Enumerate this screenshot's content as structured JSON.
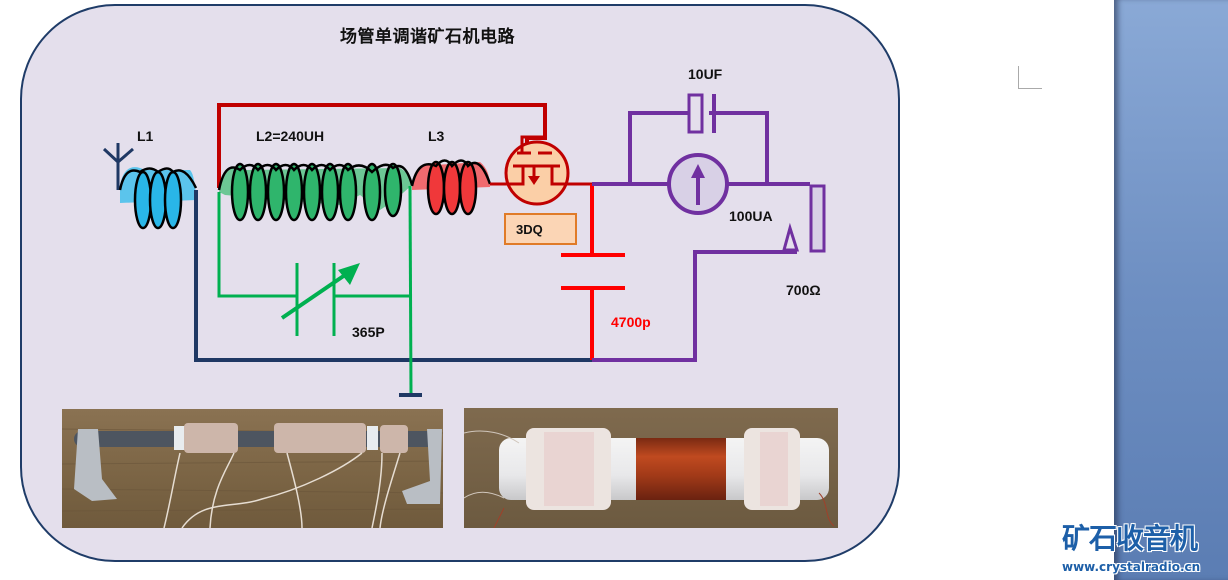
{
  "diagram": {
    "title": "场管单调谐矿石机电路",
    "components": {
      "l1": {
        "label": "L1",
        "type": "antenna-coil"
      },
      "l2": {
        "label": "L2=240UH",
        "type": "tuning-coil"
      },
      "l3": {
        "label": "L3",
        "type": "feedback-coil"
      },
      "transistor": {
        "label": "3DQ",
        "type": "fet"
      },
      "capacitor_10uf": {
        "label": "10UF",
        "type": "electrolytic-capacitor"
      },
      "meter": {
        "label": "100UA",
        "type": "microammeter"
      },
      "earphone": {
        "label": "700Ω",
        "type": "earphone"
      },
      "variable_capacitor": {
        "label": "365P",
        "type": "variable-capacitor"
      },
      "capacitor_4700p": {
        "label": "4700p",
        "type": "capacitor"
      }
    },
    "colors": {
      "panel_bg": "#e4dfec",
      "panel_border": "#1f3c68",
      "l1_coil": "#29b6e8",
      "l2_coil": "#2fb56c",
      "l3_coil": "#f0383a",
      "red_wire": "#c00000",
      "bright_red": "#ff0000",
      "green_wire": "#00b050",
      "navy_wire": "#1f3864",
      "purple_wire": "#7030a0",
      "transistor_fill": "#fbcfa7",
      "label_box_border": "#e07b28",
      "label_red": "#ff0000"
    }
  },
  "photos": [
    {
      "name": "ferrite-rod-coil-photo",
      "description": "Ferrite rod with three wound coils on bracket"
    },
    {
      "name": "pvc-tube-coil-photo",
      "description": "PVC tube with copper coil and two litz coils"
    }
  ],
  "branding": {
    "logo_text": "矿石收音机",
    "url": "www.crystalradio.cn"
  }
}
